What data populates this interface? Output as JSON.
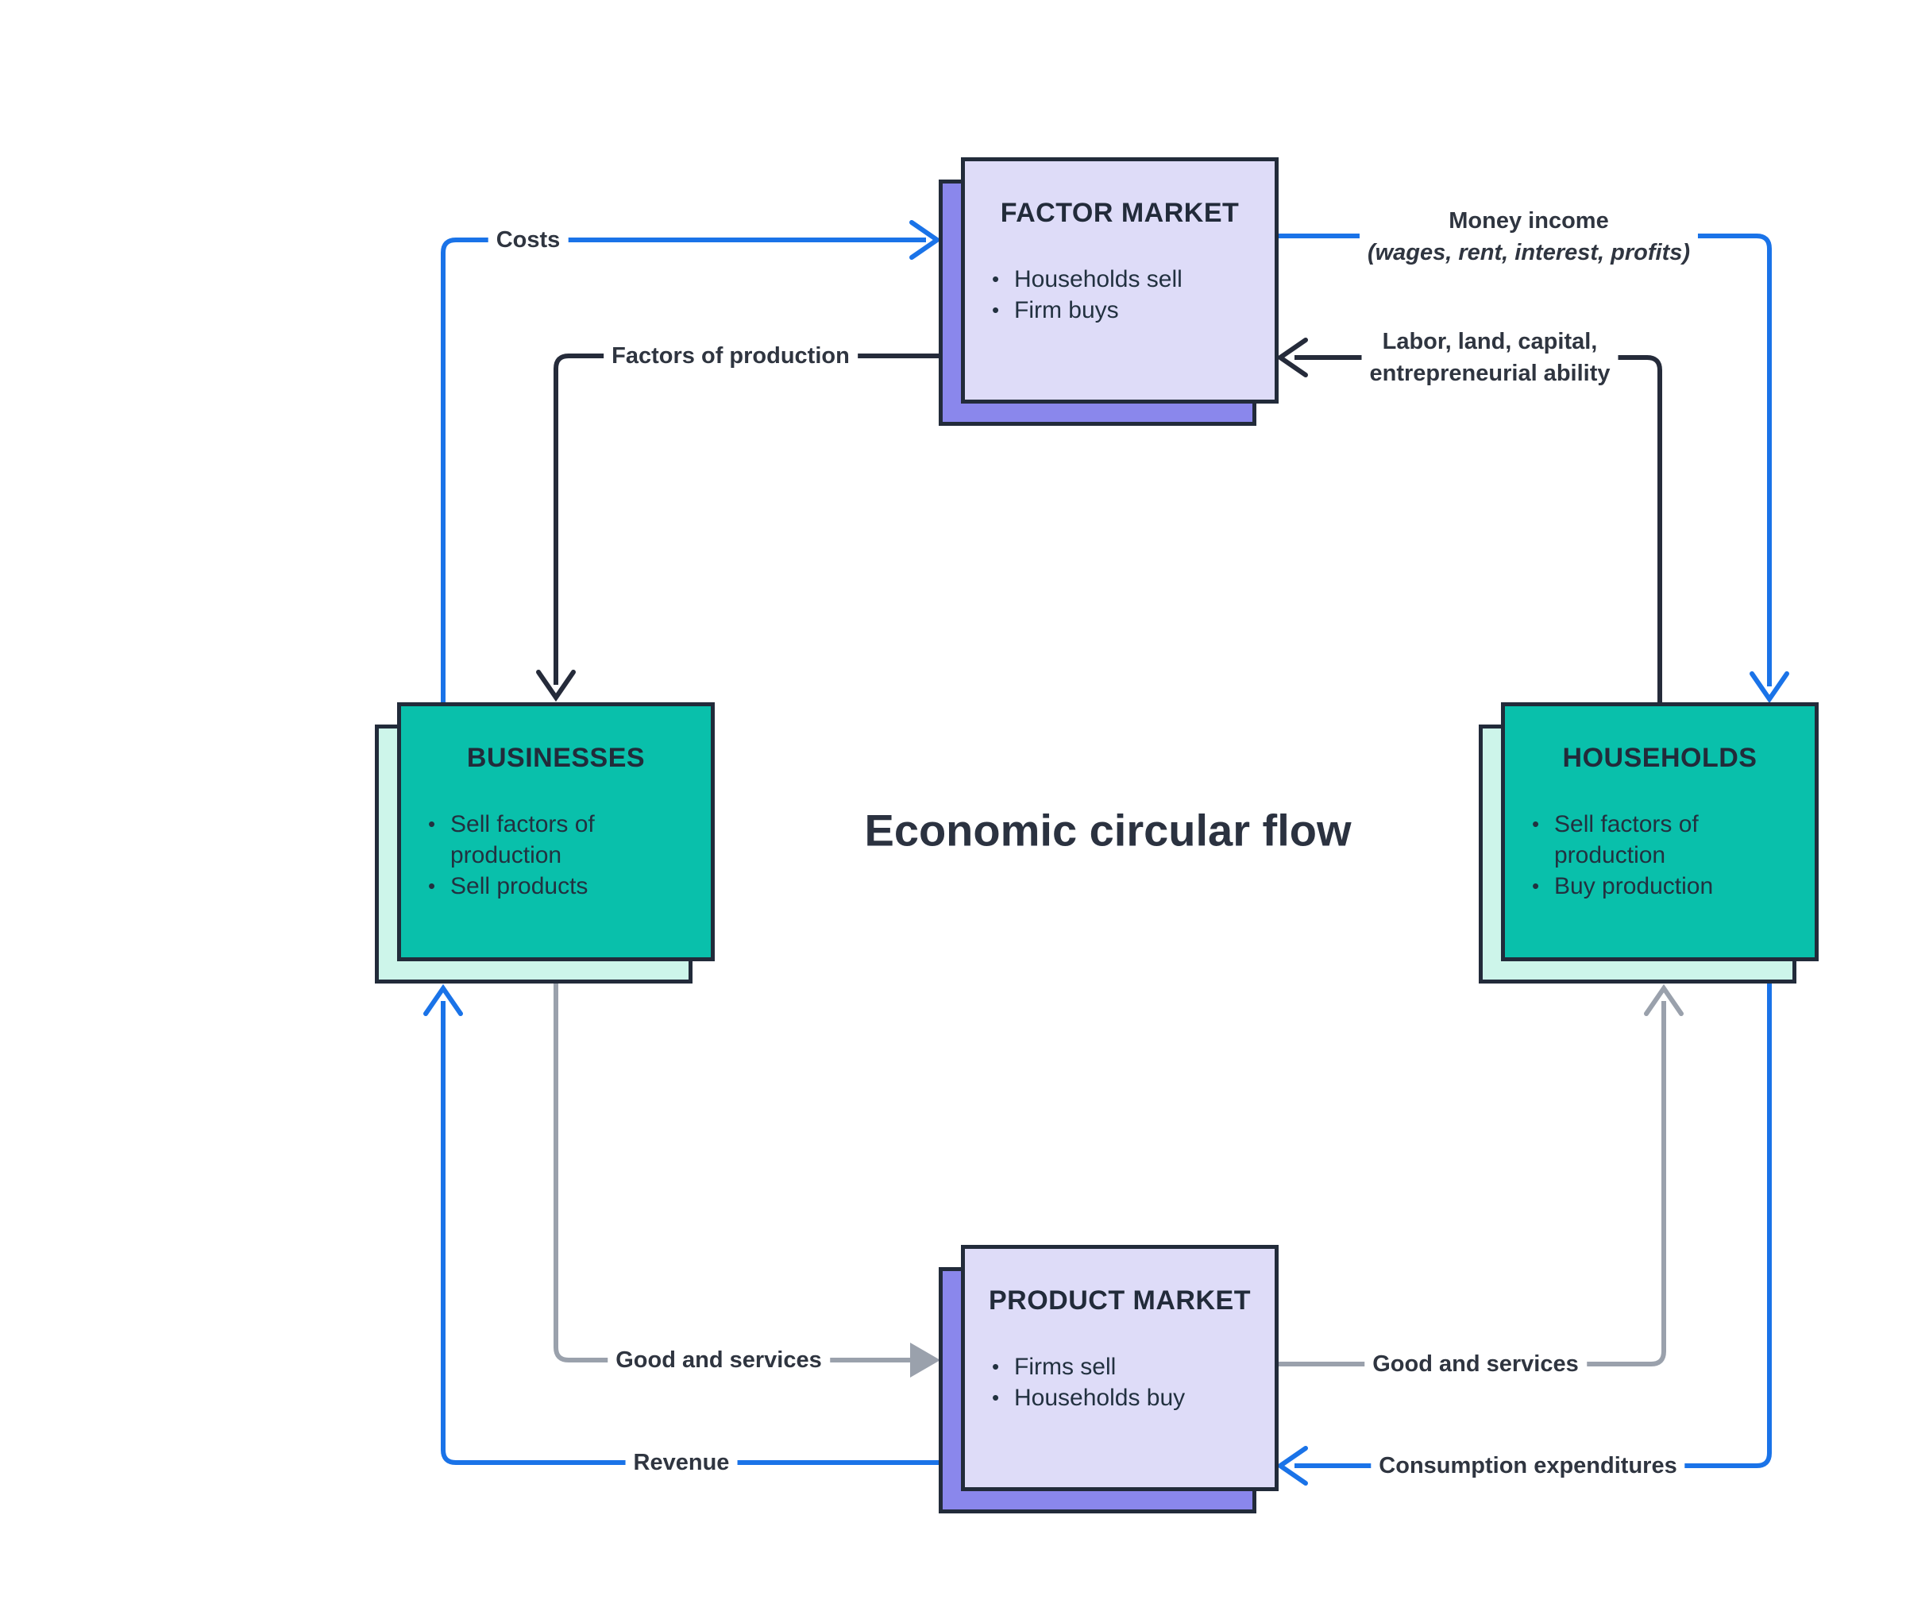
{
  "title": "Economic circular flow",
  "boxes": {
    "factor_market": {
      "title": "FACTOR MARKET",
      "items": [
        "Households sell",
        "Firm buys"
      ]
    },
    "businesses": {
      "title": "BUSINESSES",
      "items": [
        "Sell factors of production",
        "Sell products"
      ]
    },
    "households": {
      "title": "HOUSEHOLDS",
      "items": [
        "Sell factors of production",
        "Buy production"
      ]
    },
    "product_market": {
      "title": "PRODUCT MARKET",
      "items": [
        "Firms sell",
        "Households buy"
      ]
    }
  },
  "labels": {
    "costs": "Costs",
    "factors_of_production": "Factors of production",
    "money_income_line1": "Money income",
    "money_income_line2": "(wages, rent, interest, profits)",
    "labor_line1": "Labor, land, capital,",
    "labor_line2": "entrepreneurial ability",
    "goods_services_left": "Good and services",
    "goods_services_right": "Good and services",
    "revenue": "Revenue",
    "consumption": "Consumption expenditures"
  },
  "colors": {
    "flow_blue": "#1a73e8",
    "flow_black": "#252b3a",
    "flow_gray": "#9aa1ac",
    "market_box_fill": "#dedcf8",
    "market_box_shadow": "#8a87ec",
    "actor_box_fill": "#09c0ab",
    "actor_box_shadow": "#cdf5ea",
    "box_border": "#222b3a",
    "text_dark": "#2f3540"
  }
}
